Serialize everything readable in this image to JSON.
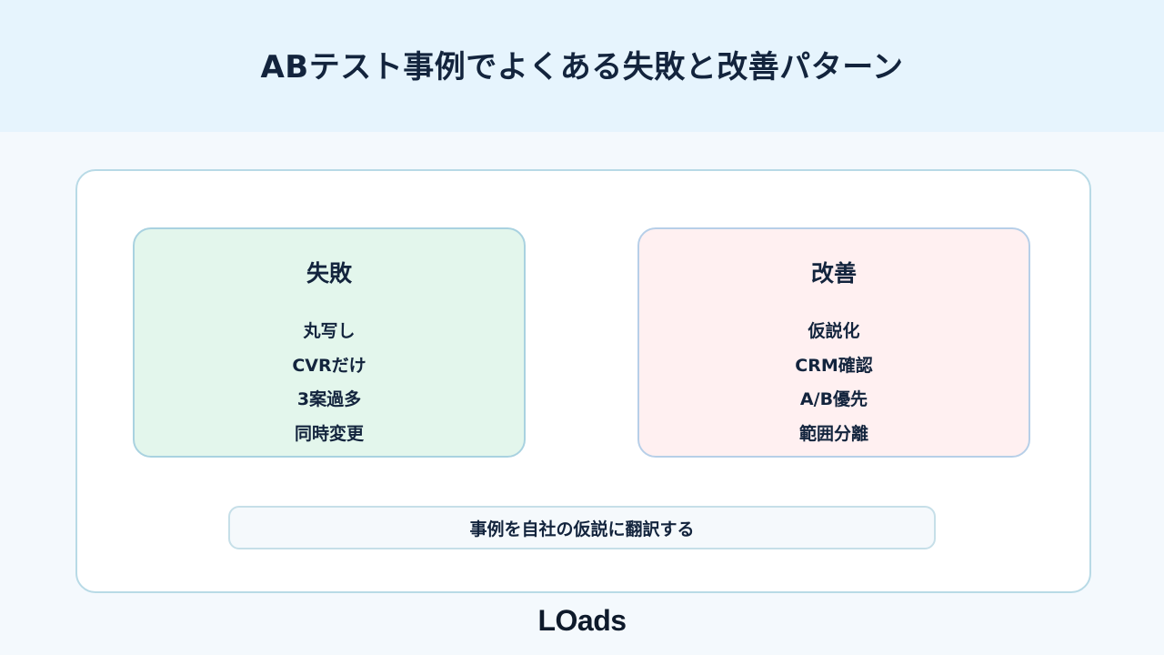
{
  "header": {
    "title": "ABテスト事例でよくある失敗と改善パターン"
  },
  "panels": {
    "failure": {
      "heading": "失敗",
      "items": [
        "丸写し",
        "CVRだけ",
        "3案過多",
        "同時変更"
      ],
      "bg_color": "#e3f6ec"
    },
    "improvement": {
      "heading": "改善",
      "items": [
        "仮説化",
        "CRM確認",
        "A/B優先",
        "範囲分離"
      ],
      "bg_color": "#fff0f1"
    }
  },
  "summary": {
    "text": "事例を自社の仮説に翻訳する"
  },
  "footer": {
    "logo_text": "LOads"
  }
}
